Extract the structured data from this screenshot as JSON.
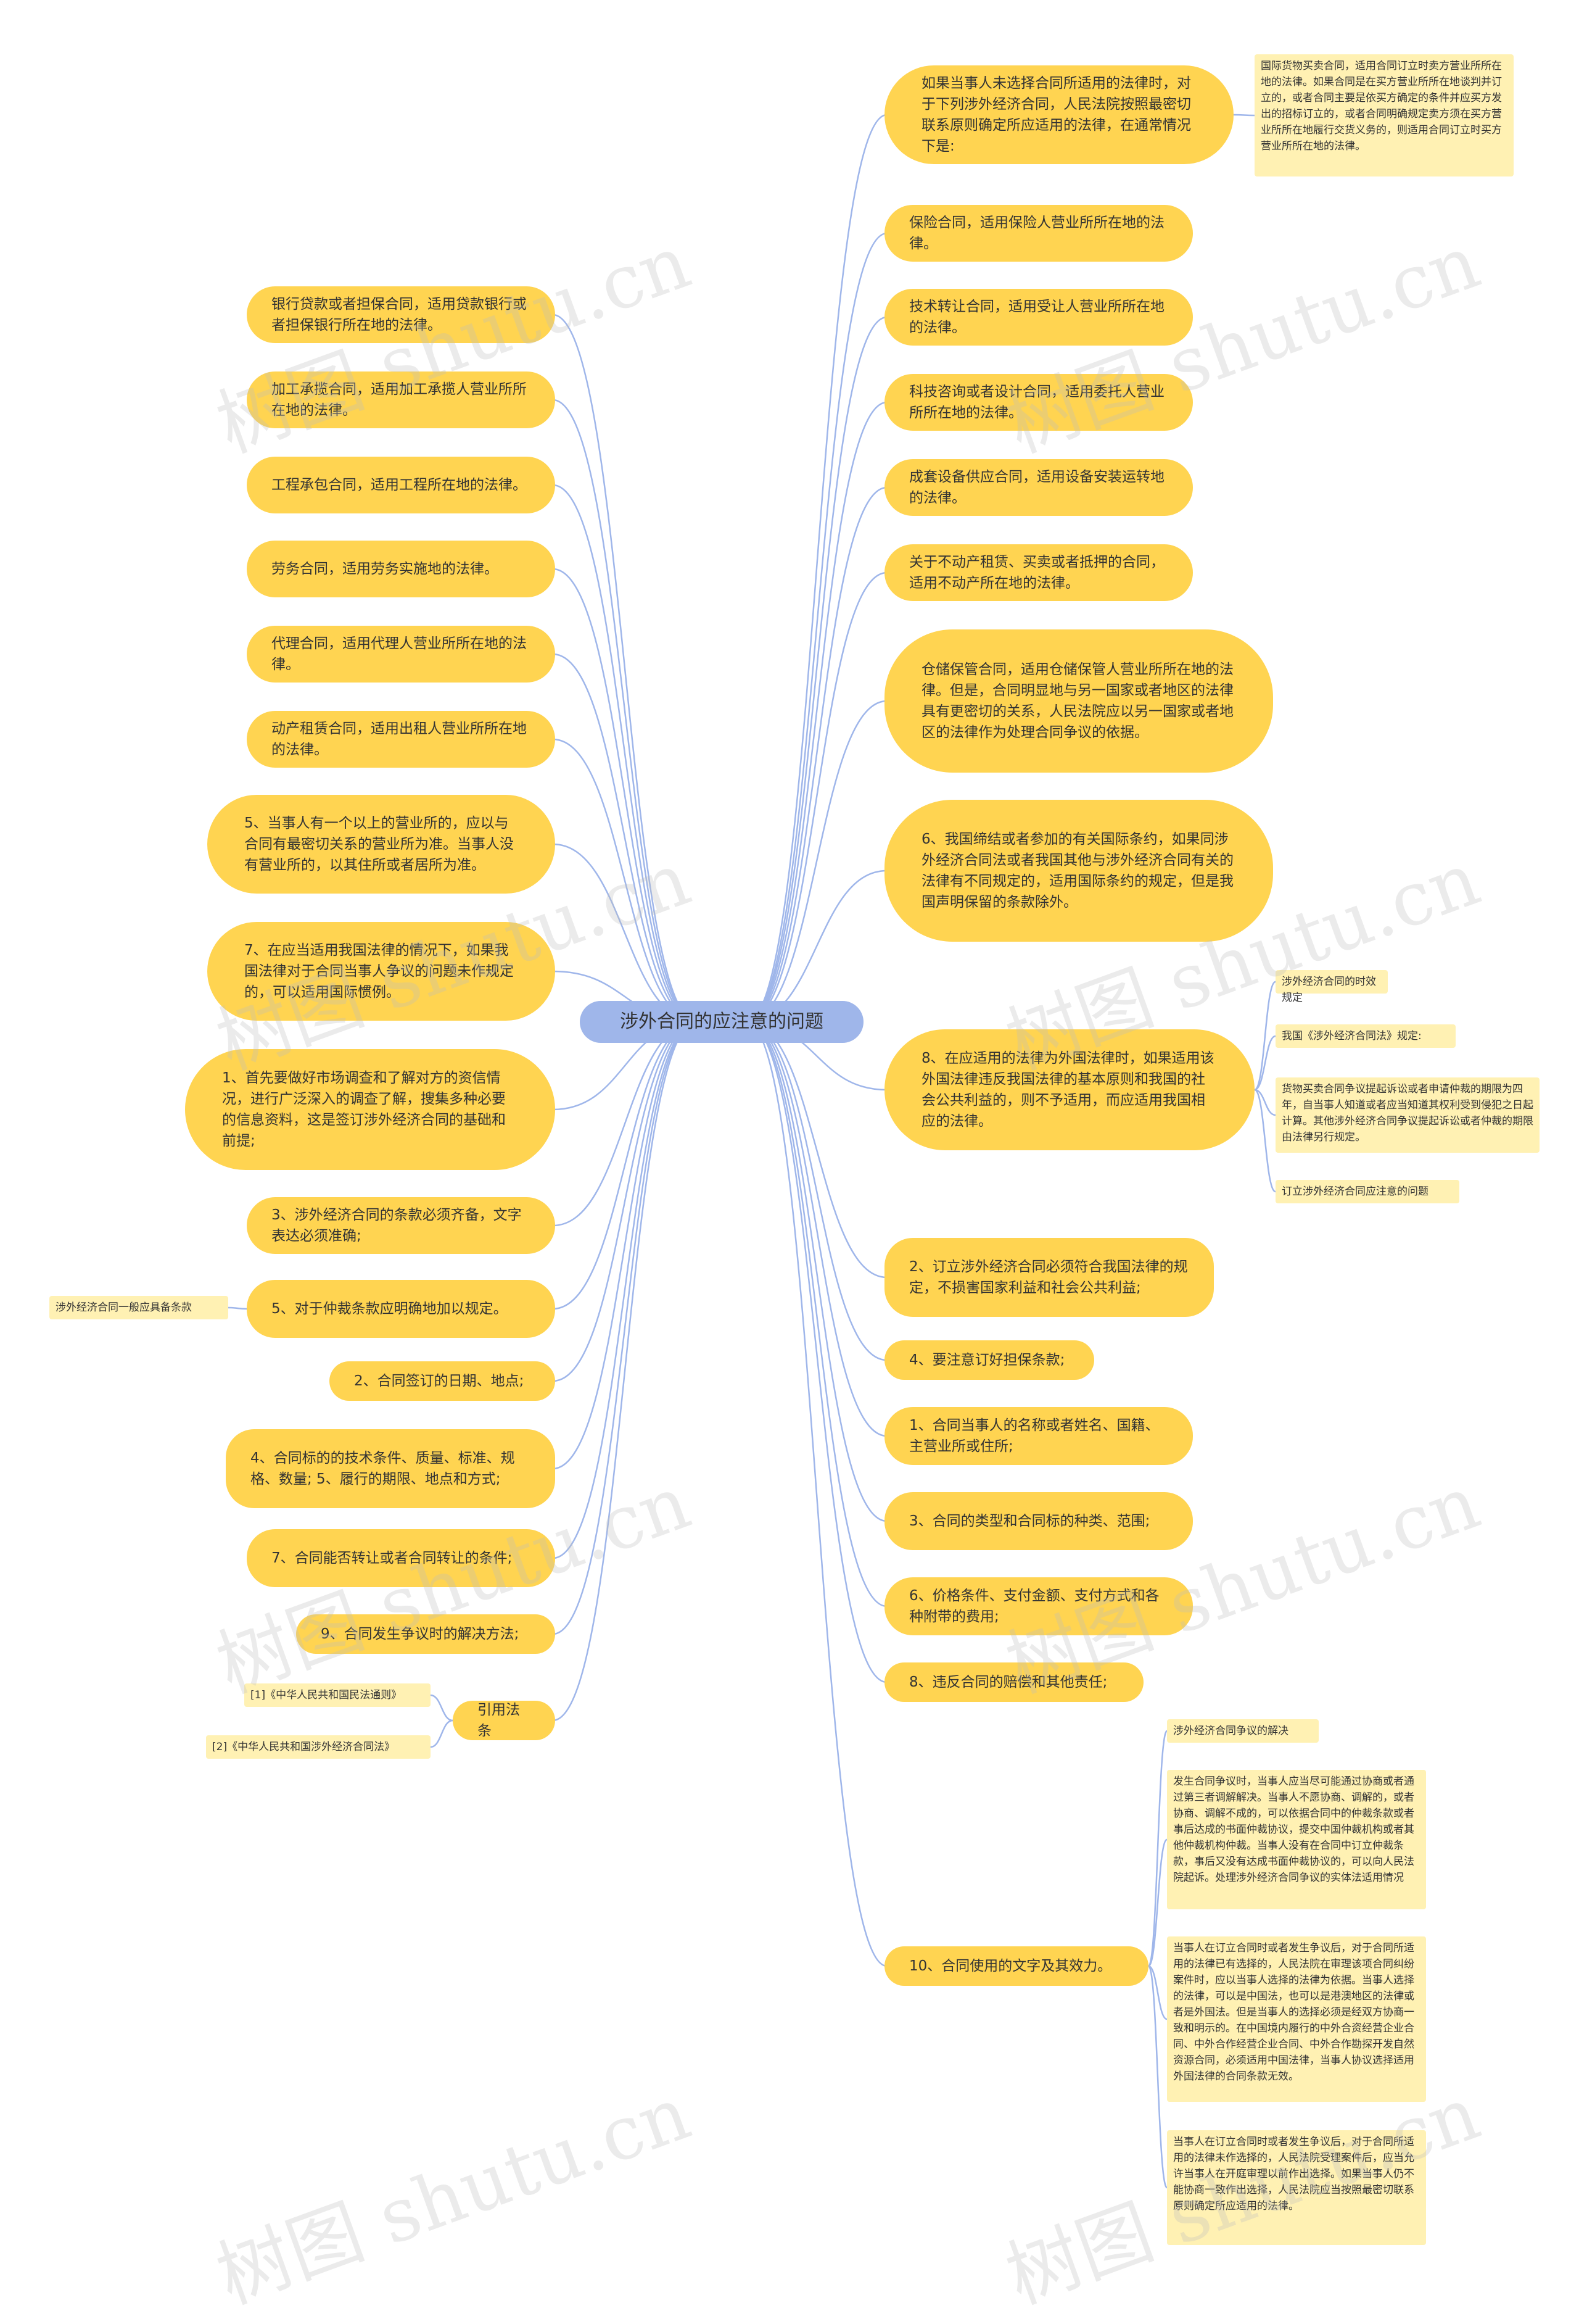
{
  "title": "涉外合同的应注意的问题",
  "watermark": "树图 shutu.cn",
  "colors": {
    "node": "#ffd451",
    "root": "#9fb6ea",
    "note": "#fff1b3",
    "line": "#9fb6ea"
  },
  "right": [
    {
      "text": "如果当事人未选择合同所适用的法律时，对于下列涉外经济合同，人民法院按照最密切联系原则确定所应适用的法律，在通常情况下是:",
      "notes": [
        "国际货物买卖合同，适用合同订立时卖方营业所所在地的法律。如果合同是在买方营业所所在地谈判并订立的，或者合同主要是依买方确定的条件并应买方发出的招标订立的，或者合同明确规定卖方须在买方营业所所在地履行交货义务的，则适用合同订立时买方营业所所在地的法律。"
      ]
    },
    {
      "text": "保险合同，适用保险人营业所所在地的法律。"
    },
    {
      "text": "技术转让合同，适用受让人营业所所在地的法律。"
    },
    {
      "text": "科技咨询或者设计合同，适用委托人营业所所在地的法律。"
    },
    {
      "text": "成套设备供应合同，适用设备安装运转地的法律。"
    },
    {
      "text": "关于不动产租赁、买卖或者抵押的合同，适用不动产所在地的法律。"
    },
    {
      "text": "仓储保管合同，适用仓储保管人营业所所在地的法律。但是，合同明显地与另一国家或者地区的法律具有更密切的关系，人民法院应以另一国家或者地区的法律作为处理合同争议的依据。"
    },
    {
      "text": "6、我国缔结或者参加的有关国际条约，如果同涉外经济合同法或者我国其他与涉外经济合同有关的法律有不同规定的，适用国际条约的规定，但是我国声明保留的条款除外。"
    },
    {
      "text": "8、在应适用的法律为外国法律时，如果适用该外国法律违反我国法律的基本原则和我国的社会公共利益的，则不予适用，而应适用我国相应的法律。",
      "notes": [
        "涉外经济合同的时效规定",
        "我国《涉外经济合同法》规定:",
        "货物买卖合同争议提起诉讼或者申请仲裁的期限为四年，自当事人知道或者应当知道其权利受到侵犯之日起计算。其他涉外经济合同争议提起诉讼或者仲裁的期限由法律另行规定。",
        "订立涉外经济合同应注意的问题"
      ]
    },
    {
      "text": "2、订立涉外经济合同必须符合我国法律的规定，不损害国家利益和社会公共利益;"
    },
    {
      "text": "4、要注意订好担保条款;"
    },
    {
      "text": "1、合同当事人的名称或者姓名、国籍、主营业所或住所;"
    },
    {
      "text": "3、合同的类型和合同标的种类、范围;"
    },
    {
      "text": "6、价格条件、支付金额、支付方式和各种附带的费用;"
    },
    {
      "text": "8、违反合同的赔偿和其他责任;"
    },
    {
      "text": "10、合同使用的文字及其效力。",
      "notes": [
        "涉外经济合同争议的解决",
        "发生合同争议时，当事人应当尽可能通过协商或者通过第三者调解解决。当事人不愿协商、调解的，或者协商、调解不成的，可以依据合同中的仲裁条款或者事后达成的书面仲裁协议，提交中国仲裁机构或者其他仲裁机构仲裁。当事人没有在合同中订立仲裁条款，事后又没有达成书面仲裁协议的，可以向人民法院起诉。处理涉外经济合同争议的实体法适用情况",
        "当事人在订立合同时或者发生争议后，对于合同所适用的法律已有选择的，人民法院在审理该项合同纠纷案件时，应以当事人选择的法律为依据。当事人选择的法律，可以是中国法，也可以是港澳地区的法律或者是外国法。但是当事人的选择必须是经双方协商一致和明示的。在中国境内履行的中外合资经营企业合同、中外合作经营企业合同、中外合作勘探开发自然资源合同，必须适用中国法律，当事人协议选择适用外国法律的合同条款无效。",
        "当事人在订立合同时或者发生争议后，对于合同所适用的法律未作选择的，人民法院受理案件后，应当允许当事人在开庭审理以前作出选择。如果当事人仍不能协商一致作出选择，人民法院应当按照最密切联系原则确定所应适用的法律。"
      ]
    }
  ],
  "left": [
    {
      "text": "银行贷款或者担保合同，适用贷款银行或者担保银行所在地的法律。"
    },
    {
      "text": "加工承揽合同，适用加工承揽人营业所所在地的法律。"
    },
    {
      "text": "工程承包合同，适用工程所在地的法律。"
    },
    {
      "text": "劳务合同，适用劳务实施地的法律。"
    },
    {
      "text": "代理合同，适用代理人营业所所在地的法律。"
    },
    {
      "text": "动产租赁合同，适用出租人营业所所在地的法律。"
    },
    {
      "text": "5、当事人有一个以上的营业所的，应以与合同有最密切关系的营业所为准。当事人没有营业所的，以其住所或者居所为准。"
    },
    {
      "text": "7、在应当适用我国法律的情况下，如果我国法律对于合同当事人争议的问题未作规定的，可以适用国际惯例。"
    },
    {
      "text": "1、首先要做好市场调查和了解对方的资信情况，进行广泛深入的调查了解，搜集多种必要的信息资料，这是签订涉外经济合同的基础和前提;"
    },
    {
      "text": "3、涉外经济合同的条款必须齐备，文字表达必须准确;"
    },
    {
      "text": "5、对于仲裁条款应明确地加以规定。",
      "notes": [
        "涉外经济合同一般应具备条款"
      ]
    },
    {
      "text": "2、合同签订的日期、地点;"
    },
    {
      "text": "4、合同标的的技术条件、质量、标准、规格、数量; 5、履行的期限、地点和方式;"
    },
    {
      "text": "7、合同能否转让或者合同转让的条件;"
    },
    {
      "text": "9、合同发生争议时的解决方法;"
    },
    {
      "text": "引用法条",
      "notes": [
        "[1]《中华人民共和国民法通则》",
        "[2]《中华人民共和国涉外经济合同法》"
      ]
    }
  ]
}
